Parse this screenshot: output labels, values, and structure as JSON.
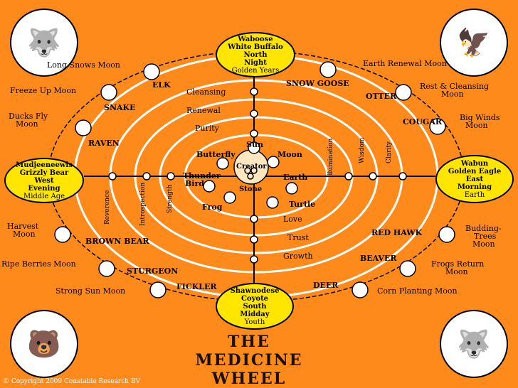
{
  "title": {
    "line1": "THE",
    "line2": "MEDICINE",
    "line3": "WHEEL"
  },
  "copyright": "© Copyright 2009 Constable Research BV",
  "directions": {
    "north": {
      "l1": "Waboose",
      "l2": "White Buffalo",
      "l3": "North",
      "l4": "Night",
      "l5": "Golden Years"
    },
    "west": {
      "l1": "Mudjeeneewis",
      "l2": "Grizzly Bear",
      "l3": "West",
      "l4": "Evening",
      "l5": "Middle Age"
    },
    "east": {
      "l1": "Wabun",
      "l2": "Golden Eagle",
      "l3": "East",
      "l4": "Morning",
      "l5": "Earth"
    },
    "south": {
      "l1": "Shawnodese",
      "l2": "Coyote",
      "l3": "South",
      "l4": "Midday",
      "l5": "Youth"
    }
  },
  "moons": {
    "long_snows": "Long Snows Moon",
    "earth_renewal": "Earth Renewal Moon",
    "freeze_up": "Freeze Up Moon",
    "rest_cleansing_1": "Rest & Cleansing",
    "rest_cleansing_2": "Moon",
    "ducks_fly_1": "Ducks Fly",
    "ducks_fly_2": "Moon",
    "big_winds_1": "Big Winds",
    "big_winds_2": "Moon",
    "harvest_1": "Harvest",
    "harvest_2": "Moon",
    "budding_1": "Budding-",
    "budding_2": "Trees",
    "budding_3": "Moon",
    "ripe_berries": "Ripe Berries Moon",
    "frogs_return_1": "Frogs Return",
    "frogs_return_2": "Moon",
    "strong_sun": "Strong Sun Moon",
    "corn_planting": "Corn Planting Moon"
  },
  "animals": {
    "elk": "ELK",
    "snow_goose": "SNOW GOOSE",
    "snake": "SNAKE",
    "otter": "OTTER",
    "raven": "RAVEN",
    "cougar": "COUGAR",
    "brown_bear": "BROWN BEAR",
    "red_hawk": "RED HAWK",
    "sturgeon": "STURGEON",
    "beaver": "BEAVER",
    "fickler": "FICKLER",
    "deer": "DEER"
  },
  "inner": {
    "cleansing": "Cleansing",
    "renewal": "Renewal",
    "purity": "Purity",
    "love": "Love",
    "trust": "Trust",
    "growth": "Growth",
    "sun": "Sun",
    "moon": "Moon",
    "earth": "Earth",
    "creator": "Creator",
    "stone": "Stone",
    "butterfly": "Butterfly",
    "thunder": "Thunder",
    "bird": "Bird",
    "frog": "Frog",
    "turtle": "Turtle"
  },
  "vertical": {
    "illumination": "Illumination",
    "wisdom": "Wisdom",
    "clarity": "Clarity",
    "reverence": "Reverence",
    "introspection": "Introspection",
    "strength": "Strength"
  },
  "colors": {
    "background": "#ff8a1c",
    "direction_fill": "#ffe600",
    "ring": "#ffffff"
  },
  "icons": [
    "wolf-head-icon",
    "eagle-head-icon",
    "bear-head-icon",
    "coyote-head-icon"
  ]
}
